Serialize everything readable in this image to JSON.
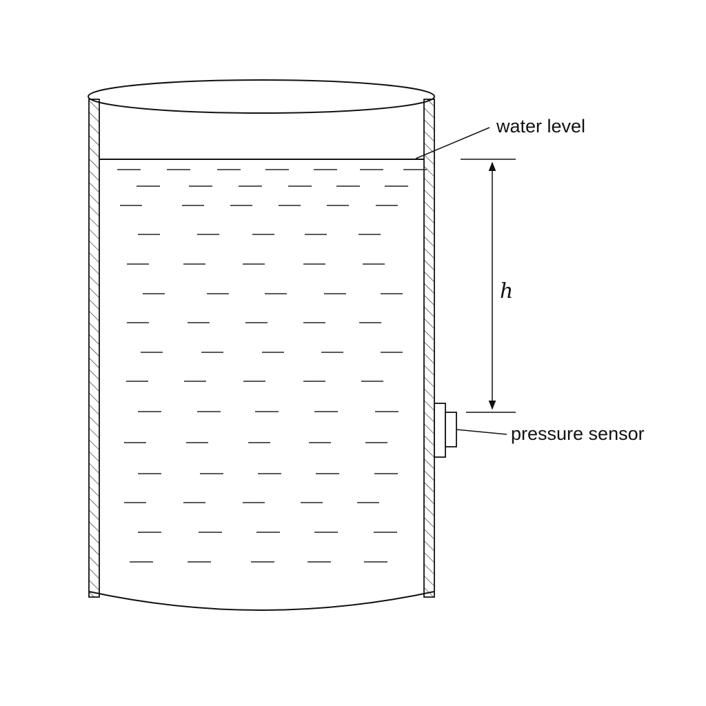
{
  "labels": {
    "water_level": "water level",
    "height": "h",
    "pressure_sensor": "pressure sensor"
  },
  "colors": {
    "line": "#111111",
    "background": "#ffffff"
  }
}
